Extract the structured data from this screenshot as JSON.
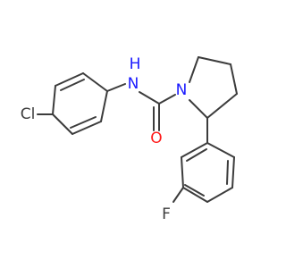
{
  "molecule": {
    "atoms": {
      "cl": {
        "symbol": "Cl",
        "color": "#3c3c3c"
      },
      "nh": {
        "symbol": "N",
        "h_symbol": "H",
        "color": "#1a1aff"
      },
      "n_ring": {
        "symbol": "N",
        "color": "#1a1aff"
      },
      "o": {
        "symbol": "O",
        "color": "#ff1a1a"
      },
      "f": {
        "symbol": "F",
        "color": "#3c3c3c"
      }
    },
    "bond_color": "#3c3c3c"
  }
}
